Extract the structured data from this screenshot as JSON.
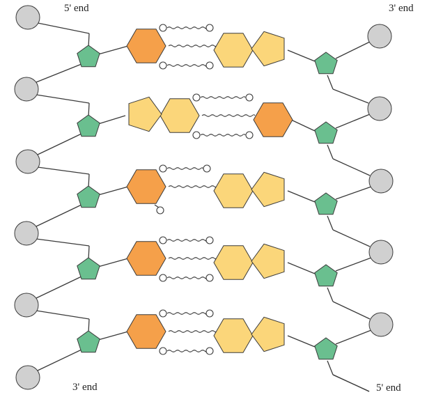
{
  "labels": {
    "top_left": "5' end",
    "top_right": "3' end",
    "bottom_left": "3' end",
    "bottom_right": "5' end"
  },
  "colors": {
    "phosphate": "#d0d0d0",
    "sugar": "#6abf8f",
    "purine": "#fbd67a",
    "pyrimidine": "#f5a04a",
    "stroke": "#3a3a3a"
  },
  "base_pairs": [
    {
      "left": "pyrimidine",
      "right": "purine",
      "hydrogen_bonds": 3
    },
    {
      "left": "purine",
      "right": "pyrimidine",
      "hydrogen_bonds": 3
    },
    {
      "left": "pyrimidine",
      "right": "purine",
      "hydrogen_bonds": 2
    },
    {
      "left": "pyrimidine",
      "right": "purine",
      "hydrogen_bonds": 3
    },
    {
      "left": "pyrimidine",
      "right": "purine",
      "hydrogen_bonds": 3
    }
  ]
}
